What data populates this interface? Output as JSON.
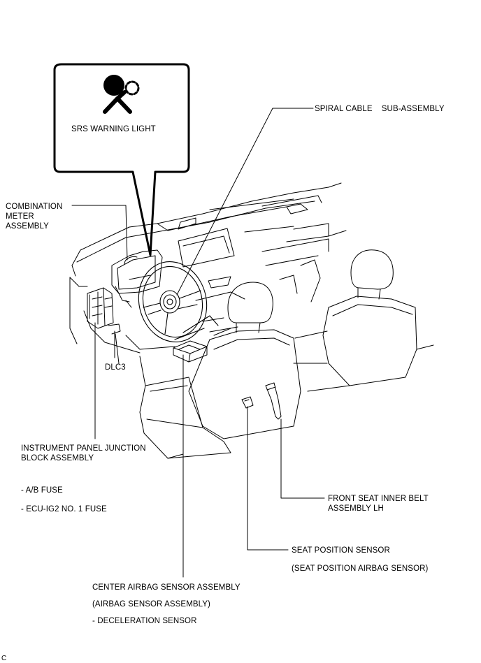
{
  "callout_title": "SRS WARNING LIGHT",
  "labels": {
    "spiral_cable": "SPIRAL CABLE    SUB-ASSEMBLY",
    "combination_meter": [
      "COMBINATION",
      "METER",
      "ASSEMBLY"
    ],
    "dlc3": "DLC3",
    "instrument_panel_jb": [
      "INSTRUMENT PANEL JUNCTION",
      "BLOCK ASSEMBLY"
    ],
    "ab_fuse": "- A/B FUSE",
    "ecu_ig2_fuse": "- ECU-IG2 NO. 1 FUSE",
    "front_seat_belt": [
      "FRONT SEAT INNER BELT",
      "ASSEMBLY LH"
    ],
    "seat_position_sensor": "SEAT POSITION SENSOR",
    "seat_position_sensor_alt": "(SEAT POSITION AIRBAG SENSOR)",
    "center_airbag_sensor": "CENTER AIRBAG SENSOR ASSEMBLY",
    "center_airbag_sensor_alt": "(AIRBAG SENSOR ASSEMBLY)",
    "deceleration_sensor": "- DECELERATION SENSOR"
  },
  "figure_code": "C",
  "icons": [
    "airbag-warning-icon"
  ]
}
